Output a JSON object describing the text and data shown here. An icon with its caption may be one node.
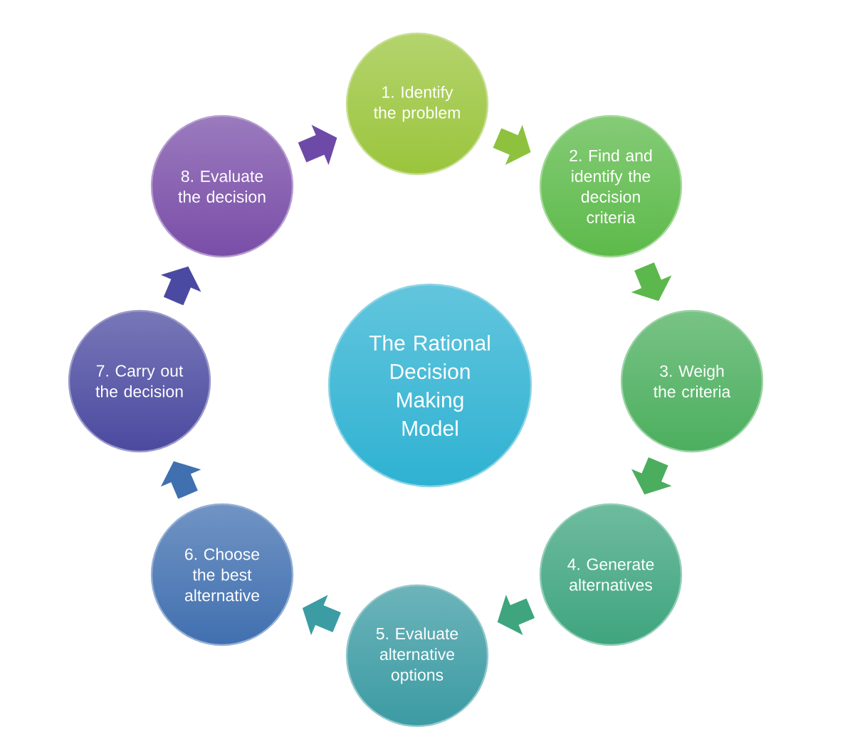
{
  "diagram": {
    "nodes": [
      {
        "text": [
          "1. Identify the problem"
        ]
      },
      {
        "text": [
          "2. Find and identify the decision criteria"
        ]
      },
      {
        "text": [
          "3. Weigh the criteria"
        ]
      },
      {
        "text": [
          "4. Generate alternatives"
        ]
      },
      {
        "text": [
          "5. Evaluate alternative options"
        ]
      },
      {
        "text": [
          "6. Choose the best alternative"
        ]
      },
      {
        "text": [
          "7. Carry out the decision"
        ]
      },
      {
        "text": [
          "8. Evaluate the decision"
        ]
      },
      {
        "text": [
          "The Rational Decision Making Model"
        ]
      }
    ],
    "edges": [
      {
        "from": 0,
        "to": 1,
        "arrow": "to",
        "color": "#8ec23e"
      },
      {
        "from": 1,
        "to": 2,
        "arrow": "to",
        "color": "#5cb84c"
      },
      {
        "from": 2,
        "to": 3,
        "arrow": "to",
        "color": "#4bae5e"
      },
      {
        "from": 3,
        "to": 4,
        "arrow": "to",
        "color": "#3ea57e"
      },
      {
        "from": 4,
        "to": 5,
        "arrow": "to",
        "color": "#3c9ca4"
      },
      {
        "from": 5,
        "to": 6,
        "arrow": "to",
        "color": "#4070b0"
      },
      {
        "from": 6,
        "to": 7,
        "arrow": "to",
        "color": "#4b4aa2"
      },
      {
        "from": 7,
        "to": 0,
        "arrow": "to",
        "color": "#6e4aa8"
      }
    ]
  }
}
